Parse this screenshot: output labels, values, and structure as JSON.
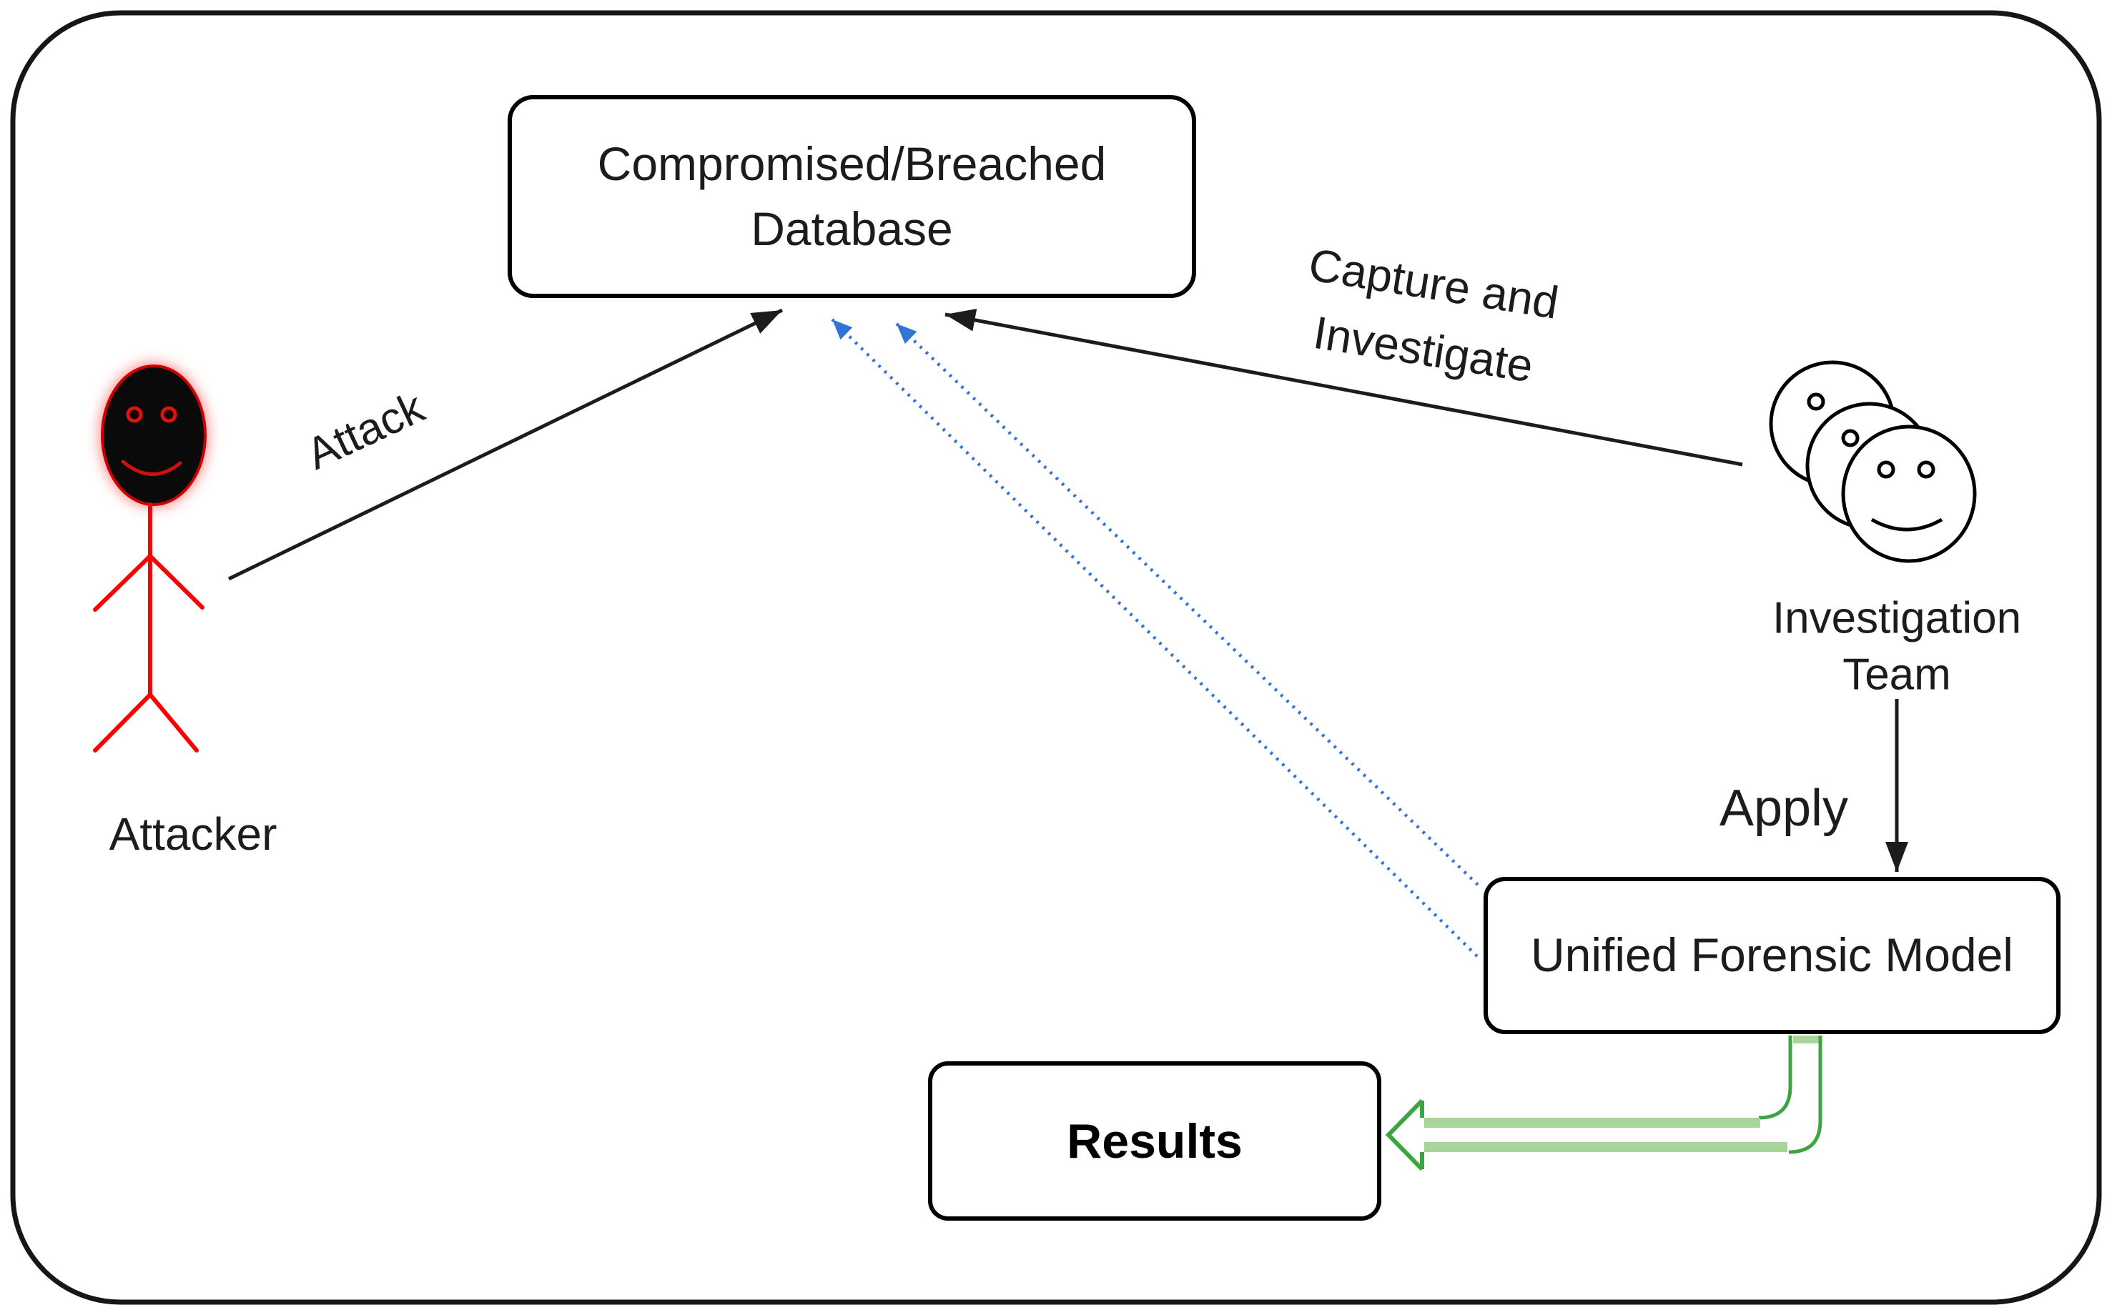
{
  "figure": {
    "boxes": {
      "database": {
        "line1": "Compromised/Breached",
        "line2": "Database"
      },
      "model": {
        "label": "Unified Forensic Model"
      },
      "results": {
        "label": "Results"
      }
    },
    "actors": {
      "attacker": {
        "label": "Attacker"
      },
      "team": {
        "line1": "Investigation",
        "line2": "Team"
      }
    },
    "edge_labels": {
      "attack": "Attack",
      "capture_line1": "Capture and",
      "capture_line2": "Investigate",
      "apply": "Apply"
    },
    "colors": {
      "line_black": "#1c1c1c",
      "dashed_blue": "#3273d5",
      "green_dark": "#3ca541",
      "green_light": "#a8d69a",
      "attacker_red": "#ff0000",
      "attacker_head_fill": "#0a0a0a"
    }
  }
}
